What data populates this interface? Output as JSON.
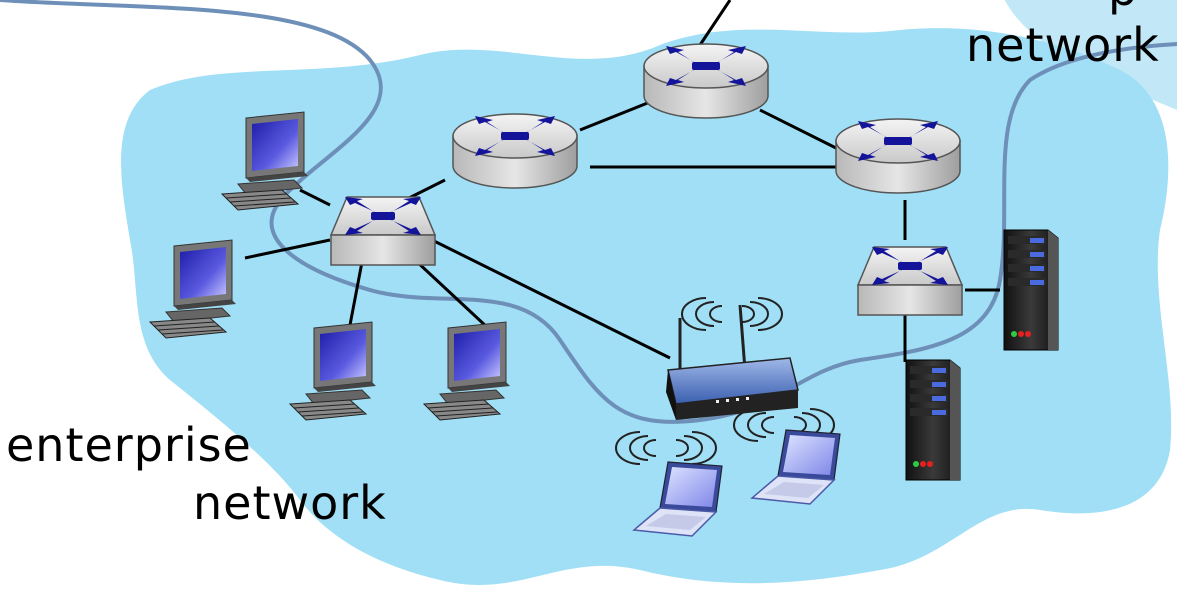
{
  "diagram": {
    "labels": {
      "enterprise_line1": "enterprise",
      "enterprise_line2": "network",
      "provider_line1": "p",
      "provider_line2": "network"
    },
    "colors": {
      "cloud_fill": "#a0dff5",
      "outer_cloud_fill": "#c2e8f8",
      "link_stroke": "#000000",
      "path_stroke": "#6d8fb8",
      "router_body": "#d3d3d3",
      "router_arrow": "#14149a",
      "screen": "#3838c8",
      "server_body": "#222222"
    },
    "icons": [
      "router-icon",
      "switch-icon",
      "desktop-computer-icon",
      "wireless-access-point-icon",
      "laptop-icon",
      "server-icon"
    ]
  }
}
